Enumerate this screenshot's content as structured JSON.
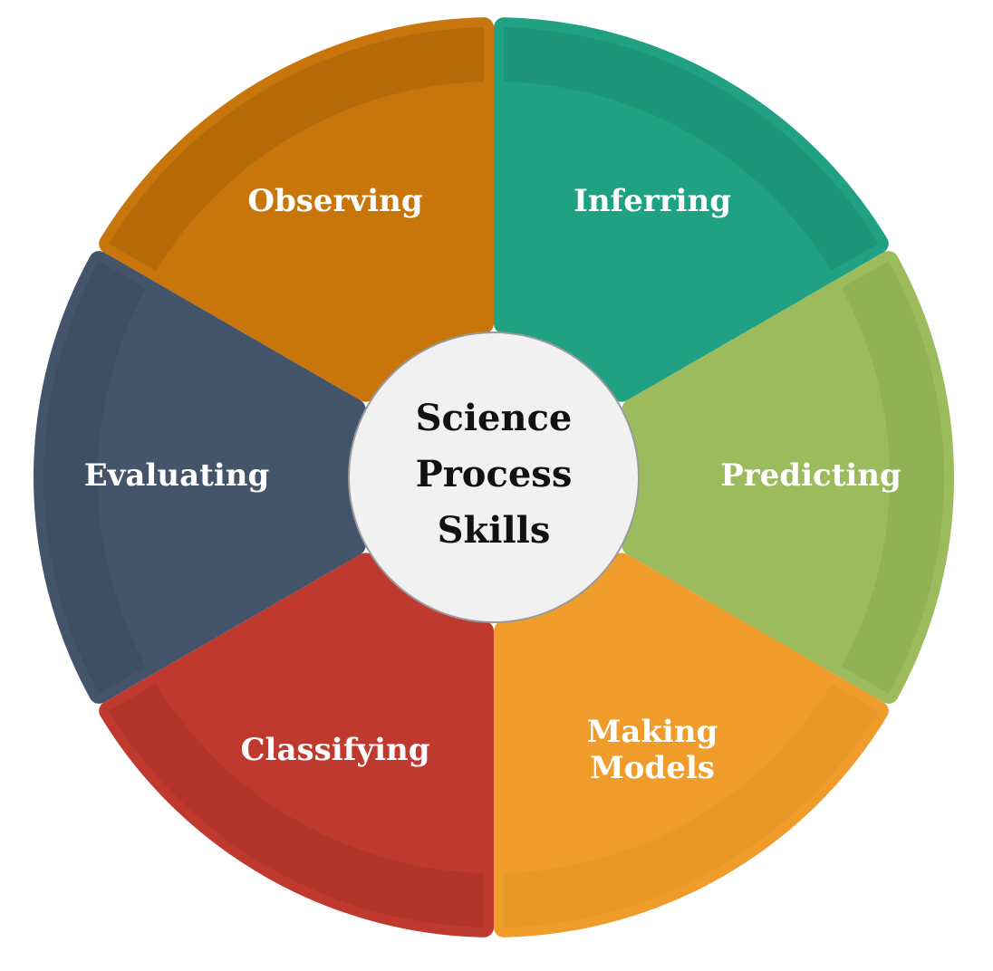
{
  "center": {
    "lines": [
      "Science",
      "Process",
      "Skills"
    ],
    "fill": "#f1f1f1",
    "stroke": "#9a9a9a"
  },
  "segments": [
    {
      "id": "observing",
      "lines": [
        "Observing"
      ],
      "color": "#c8760c",
      "shade": "#a5620a"
    },
    {
      "id": "inferring",
      "lines": [
        "Inferring"
      ],
      "color": "#21a184",
      "shade": "#1c8c72"
    },
    {
      "id": "predicting",
      "lines": [
        "Predicting"
      ],
      "color": "#9bbb5c",
      "shade": "#86a94e"
    },
    {
      "id": "making-models",
      "lines": [
        "Making",
        "Models"
      ],
      "color": "#f09c2b",
      "shade": "#e6932a"
    },
    {
      "id": "classifying",
      "lines": [
        "Classifying"
      ],
      "color": "#c0392e",
      "shade": "#a83128"
    },
    {
      "id": "evaluating",
      "lines": [
        "Evaluating"
      ],
      "color": "#44546a",
      "shade": "#3a485c"
    }
  ]
}
